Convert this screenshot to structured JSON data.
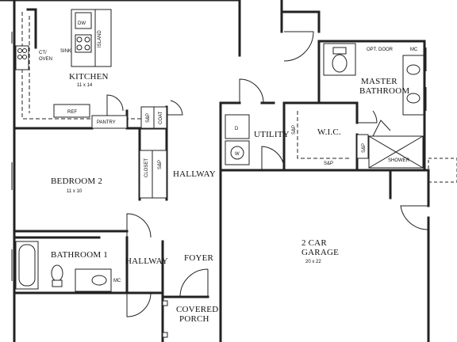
{
  "rooms": {
    "kitchen": {
      "label": "KITCHEN",
      "dims": "11 x 14"
    },
    "bedroom2": {
      "label": "BEDROOM 2",
      "dims": "11 x 10"
    },
    "bathroom1": {
      "label": "BATHROOM 1"
    },
    "hallway_main": {
      "label": "HALLWAY"
    },
    "hallway_lower": {
      "label": "HALLWAY"
    },
    "foyer": {
      "label": "FOYER"
    },
    "covered_porch": {
      "line1": "COVERED",
      "line2": "PORCH"
    },
    "utility": {
      "label": "UTILITY"
    },
    "wic": {
      "label": "W.I.C."
    },
    "master_bath": {
      "line1": "MASTER",
      "line2": "BATHROOM"
    },
    "garage": {
      "line1": "2 CAR",
      "line2": "GARAGE",
      "dims": "20 x 22"
    }
  },
  "fixtures": {
    "dw": "DW",
    "sink": "SINK",
    "island": "ISLAND",
    "ct_oven": {
      "line1": "CT/",
      "line2": "OVEN"
    },
    "ref": "REF",
    "pantry": "PANTRY",
    "sp_hall": "S&P",
    "coat": "COAT",
    "closet": "CLOSET",
    "sp_bed": "S&P",
    "dryer": "D",
    "washer": "W",
    "sp_wic_left": "S&P",
    "sp_wic_bottom": "S&P",
    "sp_wic_right": "S&P",
    "opt_door": "OPT. DOOR",
    "mc_master": "MC",
    "shower": "SHOWER",
    "mc_bath1": "MC"
  }
}
